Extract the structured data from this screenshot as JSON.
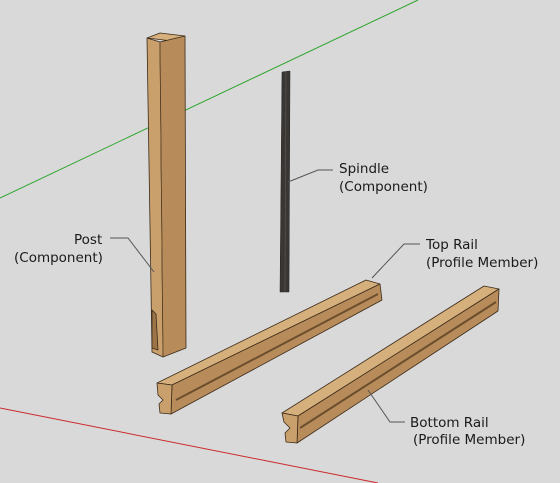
{
  "labels": {
    "post": {
      "line1": "Post",
      "line2": "(Component)"
    },
    "spindle": {
      "line1": "Spindle",
      "line2": "(Component)"
    },
    "top_rail": {
      "line1": "Top Rail",
      "line2": "(Profile Member)"
    },
    "bottom_rail": {
      "line1": "Bottom Rail",
      "line2": "(Profile Member)"
    }
  },
  "colors": {
    "background": "#d9d9d9",
    "green_axis": "#2ea52e",
    "red_axis": "#cc2a2a",
    "wood_light": "#c9a06c",
    "wood_mid": "#b88c5a",
    "wood_dark": "#9c7446",
    "edge": "#3a2a1a",
    "spindle": "#3a3633",
    "leader": "#555555"
  }
}
